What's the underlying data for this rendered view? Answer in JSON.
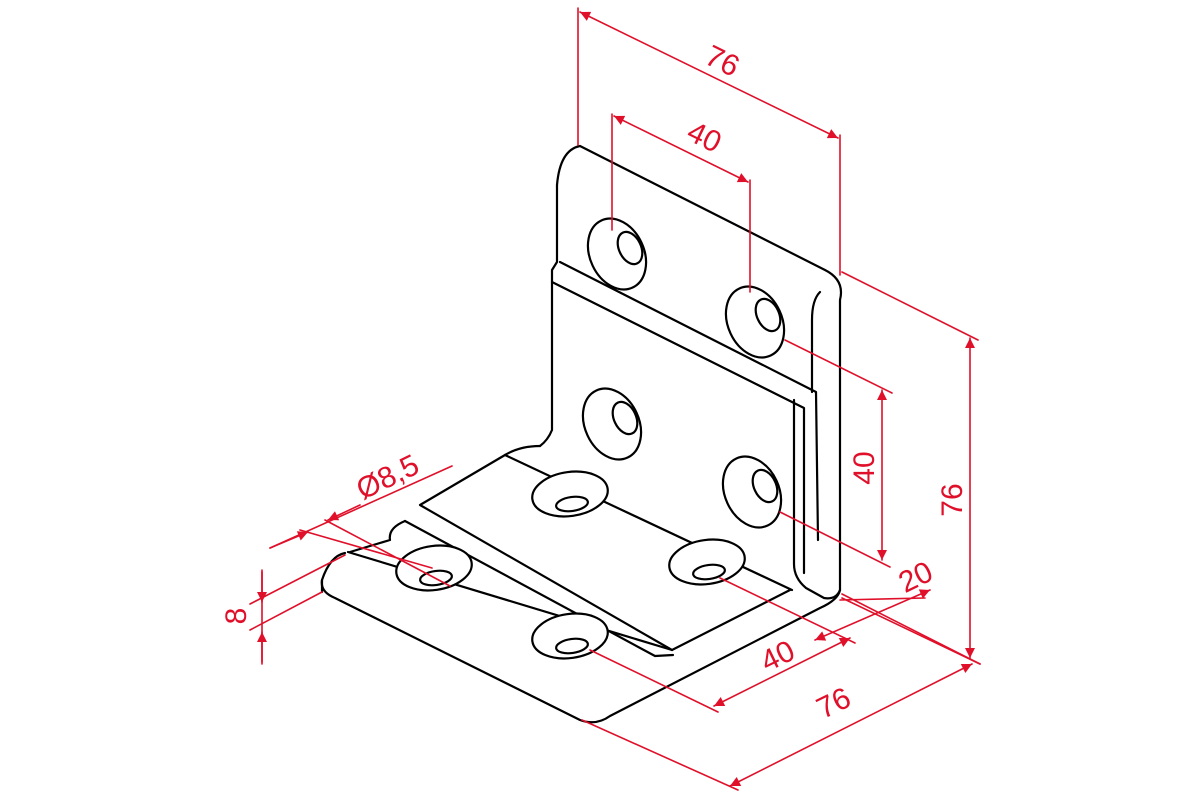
{
  "drawing": {
    "subject": "angle-bracket-isometric",
    "line_color": "#000000",
    "dimension_color": "#e0102a",
    "background": "#ffffff"
  },
  "dimensions": {
    "top_width": "76",
    "top_hole_spacing": "40",
    "vertical_hole_spacing": "40",
    "overall_height": "76",
    "edge_offset": "20",
    "base_hole_spacing": "40",
    "base_length": "76",
    "hole_diameter": "Ø8,5",
    "thickness": "8"
  }
}
